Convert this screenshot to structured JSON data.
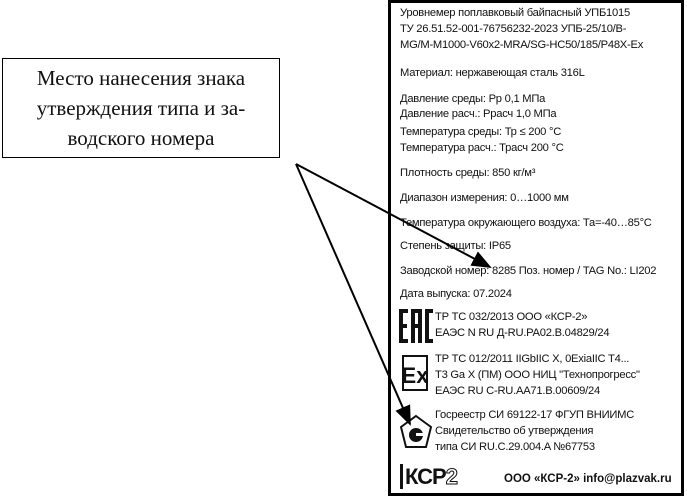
{
  "callout": {
    "lines": [
      "Место нанесения знака",
      "утверждения типа и за-",
      "водского номера"
    ]
  },
  "label": {
    "lines": [
      "Уровнемер поплавковый байпасный УПБ1015",
      "ТУ 26.51.52-001-76756232-2023 УПБ-25/10/В-",
      "MG/M-M1000-V60x2-MRA/SG-HC50/185/P48X-Ex",
      "Материал: нержавеющая сталь 316L",
      "Давление среды: Рр 0,1 МПа",
      "Давление расч.: Ррасч 1,0 МПа",
      "Температура среды: Тр ≤ 200 °С",
      "Температура расч.: Трасч 200 °С",
      "Плотность среды:  850 кг/м³",
      "Диапазон измерения: 0…1000 мм",
      "Температура окружающего воздуха: Та=-40…85°С",
      "Степень защиты: IP65",
      "Заводской номер:  8285 Поз. номер / TAG No.: LI202",
      "Дата выпуска: 07.2024"
    ],
    "eac": [
      "ТР ТС 032/2013 ООО «КСР-2»",
      "ЕАЭС  N RU Д-RU.PA02.B.04829/24"
    ],
    "ex": [
      "ТР ТС 012/2011 IIGbIIC X, 0ExiaIIC T4...",
      "Т3 Ga X (ПМ) ООО НИЦ \"Технопрогресс\"",
      "ЕАЭС RU C-RU.AA71.B.00609/24"
    ],
    "gosreestr": [
      "Госреестр СИ 69122-17 ФГУП ВНИИМС",
      "Свидетельство об утверждения",
      "типа СИ RU.C.29.004.A №67753"
    ],
    "logo_text": "КСР2",
    "footer": "ООО «КСР-2»  info@plazvak.ru"
  }
}
